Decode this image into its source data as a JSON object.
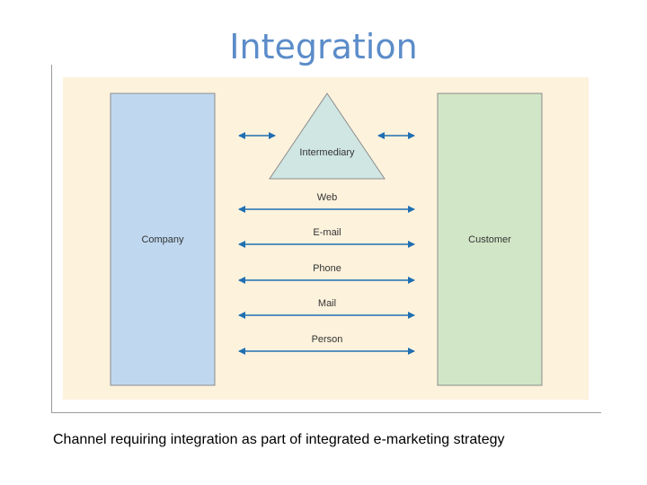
{
  "title": "Integration",
  "diagram": {
    "company_label": "Company",
    "customer_label": "Customer",
    "intermediary_label": "Intermediary",
    "channels": [
      "Web",
      "E-mail",
      "Phone",
      "Mail",
      "Person"
    ]
  },
  "caption": "Channel requiring integration as part of integrated e-marketing strategy",
  "colors": {
    "title": "#5b8cc9",
    "background_panel": "#fdf2dc",
    "company_box": "#bfd8f0",
    "customer_box": "#d1e6c6",
    "intermediary": "#cfe6e3",
    "arrow": "#1f6fb2"
  }
}
